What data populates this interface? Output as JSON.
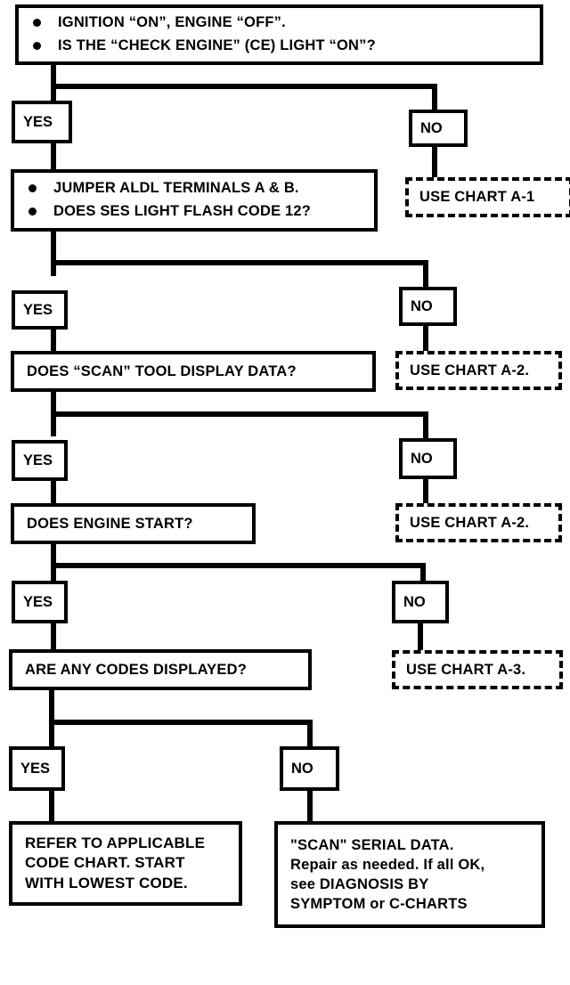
{
  "diagram": {
    "title": "Diagnostic Circuit Check",
    "type": "flowchart",
    "stroke_color": "#000000",
    "background_color": "#ffffff"
  },
  "nodes": {
    "step1": {
      "kind": "process",
      "bullets": [
        "IGNITION “ON”, ENGINE “OFF”.",
        "IS THE “CHECK ENGINE” (CE) LIGHT “ON”?"
      ]
    },
    "step1_yes": {
      "label": "YES"
    },
    "step1_no": {
      "label": "NO"
    },
    "ref_a1": {
      "label": "USE CHART A-1"
    },
    "step2": {
      "kind": "process",
      "bullets": [
        "JUMPER ALDL TERMINALS A & B.",
        "DOES SES LIGHT FLASH CODE 12?"
      ]
    },
    "step2_yes": {
      "label": "YES"
    },
    "step2_no": {
      "label": "NO"
    },
    "ref_a2_first": {
      "label": "USE CHART A-2."
    },
    "step3": {
      "kind": "question",
      "text": "DOES “SCAN” TOOL DISPLAY DATA?"
    },
    "step3_yes": {
      "label": "YES"
    },
    "step3_no": {
      "label": "NO"
    },
    "ref_a2_second": {
      "label": "USE CHART A-2."
    },
    "step4": {
      "kind": "question",
      "text": "DOES ENGINE START?"
    },
    "step4_yes": {
      "label": "YES"
    },
    "step4_no": {
      "label": "NO"
    },
    "ref_a3": {
      "label": "USE CHART A-3."
    },
    "step5": {
      "kind": "question",
      "text": "ARE ANY CODES DISPLAYED?"
    },
    "step5_yes": {
      "label": "YES"
    },
    "step5_no": {
      "label": "NO"
    },
    "terminal_yes": {
      "kind": "terminal",
      "lines": [
        "REFER TO APPLICABLE",
        "CODE CHART.  START",
        "WITH LOWEST CODE."
      ]
    },
    "terminal_no": {
      "kind": "terminal",
      "lines": [
        "\"SCAN\" SERIAL DATA.",
        "Repair as needed. If all OK,",
        "see DIAGNOSIS BY",
        "SYMPTOM or C-CHARTS"
      ]
    }
  }
}
